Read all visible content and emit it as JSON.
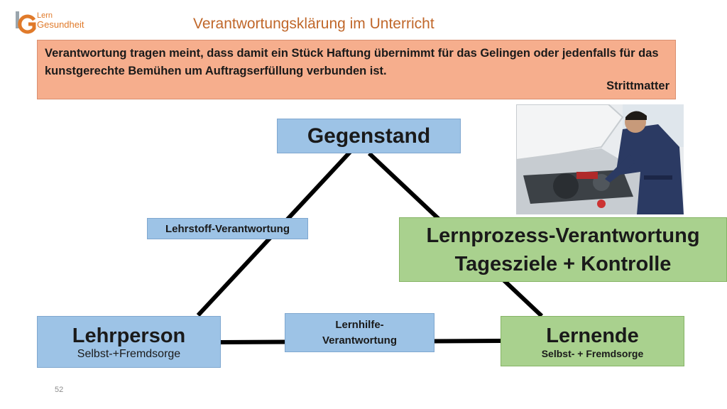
{
  "logo": {
    "line1": "Lern",
    "line2": "Gesundheit"
  },
  "title": "Verantwortungsklärung  im Unterricht",
  "quote": {
    "text": "Verantwortung tragen meint, dass damit ein Stück Haftung übernimmt für das Gelingen oder jedenfalls für das kunstgerechte Bemühen um Auftragserfüllung verbunden ist.",
    "author": "Strittmatter"
  },
  "diagram": {
    "gegenstand": "Gegenstand",
    "lehrstoff": "Lehrstoff-Verantwortung",
    "lernprozess_line1": "Lernprozess-Verantwortung",
    "lernprozess_line2": "Tagesziele + Kontrolle",
    "lehrperson_title": "Lehrperson",
    "lehrperson_sub": "Selbst-+Fremdsorge",
    "lernhilfe_line1": "Lernhilfe-",
    "lernhilfe_line2": "Verantwortung",
    "lernende_title": "Lernende",
    "lernende_sub": "Selbst- + Fremdsorge"
  },
  "colors": {
    "quote_bg": "#f6ae8d",
    "blue_box": "#9dc3e6",
    "green_box": "#a9d18e",
    "title": "#c0672a"
  },
  "page_number": "52"
}
